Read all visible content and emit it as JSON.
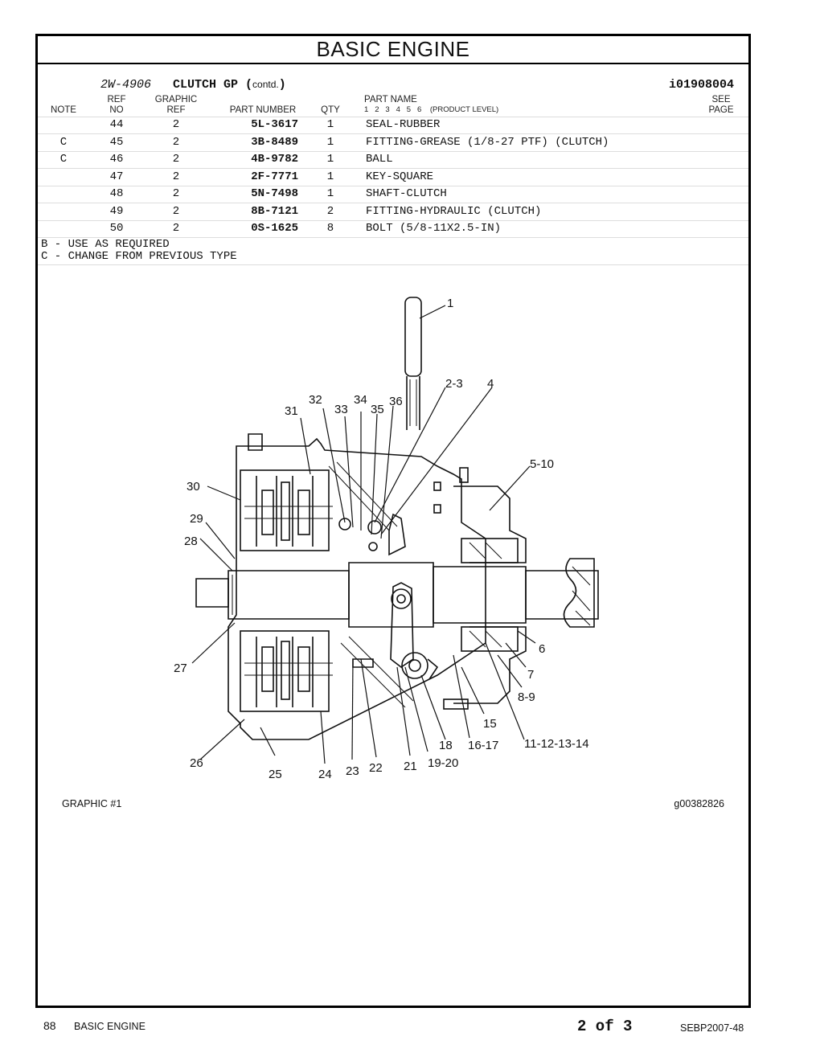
{
  "header": {
    "title": "BASIC ENGINE"
  },
  "group": {
    "number": "2W-4906",
    "name": "CLUTCH GP (",
    "contd": "contd.",
    "close": ")",
    "id": "i01908004"
  },
  "columns": {
    "note": "NOTE",
    "ref_top": "REF",
    "ref_bottom": "NO",
    "graphic_top": "GRAPHIC",
    "graphic_bottom": "REF",
    "part_number": "PART NUMBER",
    "qty": "QTY",
    "part_name": "PART NAME",
    "product_level": "1   2   3   4   5   6    (PRODUCT LEVEL)",
    "see_top": "SEE",
    "see_bottom": "PAGE"
  },
  "parts": [
    {
      "note": "",
      "ref": "44",
      "graphic_ref": "2",
      "part_number": "5L-3617",
      "qty": "1",
      "name": "SEAL-RUBBER"
    },
    {
      "note": "C",
      "ref": "45",
      "graphic_ref": "2",
      "part_number": "3B-8489",
      "qty": "1",
      "name": "FITTING-GREASE (1/8-27 PTF) (CLUTCH)"
    },
    {
      "note": "C",
      "ref": "46",
      "graphic_ref": "2",
      "part_number": "4B-9782",
      "qty": "1",
      "name": "BALL"
    },
    {
      "note": "",
      "ref": "47",
      "graphic_ref": "2",
      "part_number": "2F-7771",
      "qty": "1",
      "name": "KEY-SQUARE"
    },
    {
      "note": "",
      "ref": "48",
      "graphic_ref": "2",
      "part_number": "5N-7498",
      "qty": "1",
      "name": "SHAFT-CLUTCH"
    },
    {
      "note": "",
      "ref": "49",
      "graphic_ref": "2",
      "part_number": "8B-7121",
      "qty": "2",
      "name": "FITTING-HYDRAULIC (CLUTCH)"
    },
    {
      "note": "",
      "ref": "50",
      "graphic_ref": "2",
      "part_number": "0S-1625",
      "qty": "8",
      "name": "BOLT (5/8-11X2.5-IN)"
    }
  ],
  "legend": {
    "b": "B - USE AS REQUIRED",
    "c": "C - CHANGE FROM PREVIOUS TYPE"
  },
  "callouts": [
    "1",
    "2-3",
    "4",
    "5-10",
    "6",
    "7",
    "8-9",
    "11-12-13-14",
    "15",
    "16-17",
    "18",
    "19-20",
    "21",
    "22",
    "23",
    "24",
    "25",
    "26",
    "27",
    "28",
    "29",
    "30",
    "31",
    "32",
    "33",
    "34",
    "35",
    "36"
  ],
  "graphic": {
    "label": "GRAPHIC #1",
    "id": "g00382826"
  },
  "footer": {
    "page": "88",
    "section": "BASIC ENGINE",
    "sheet": "2 of 3",
    "doc": "SEBP2007-48"
  }
}
